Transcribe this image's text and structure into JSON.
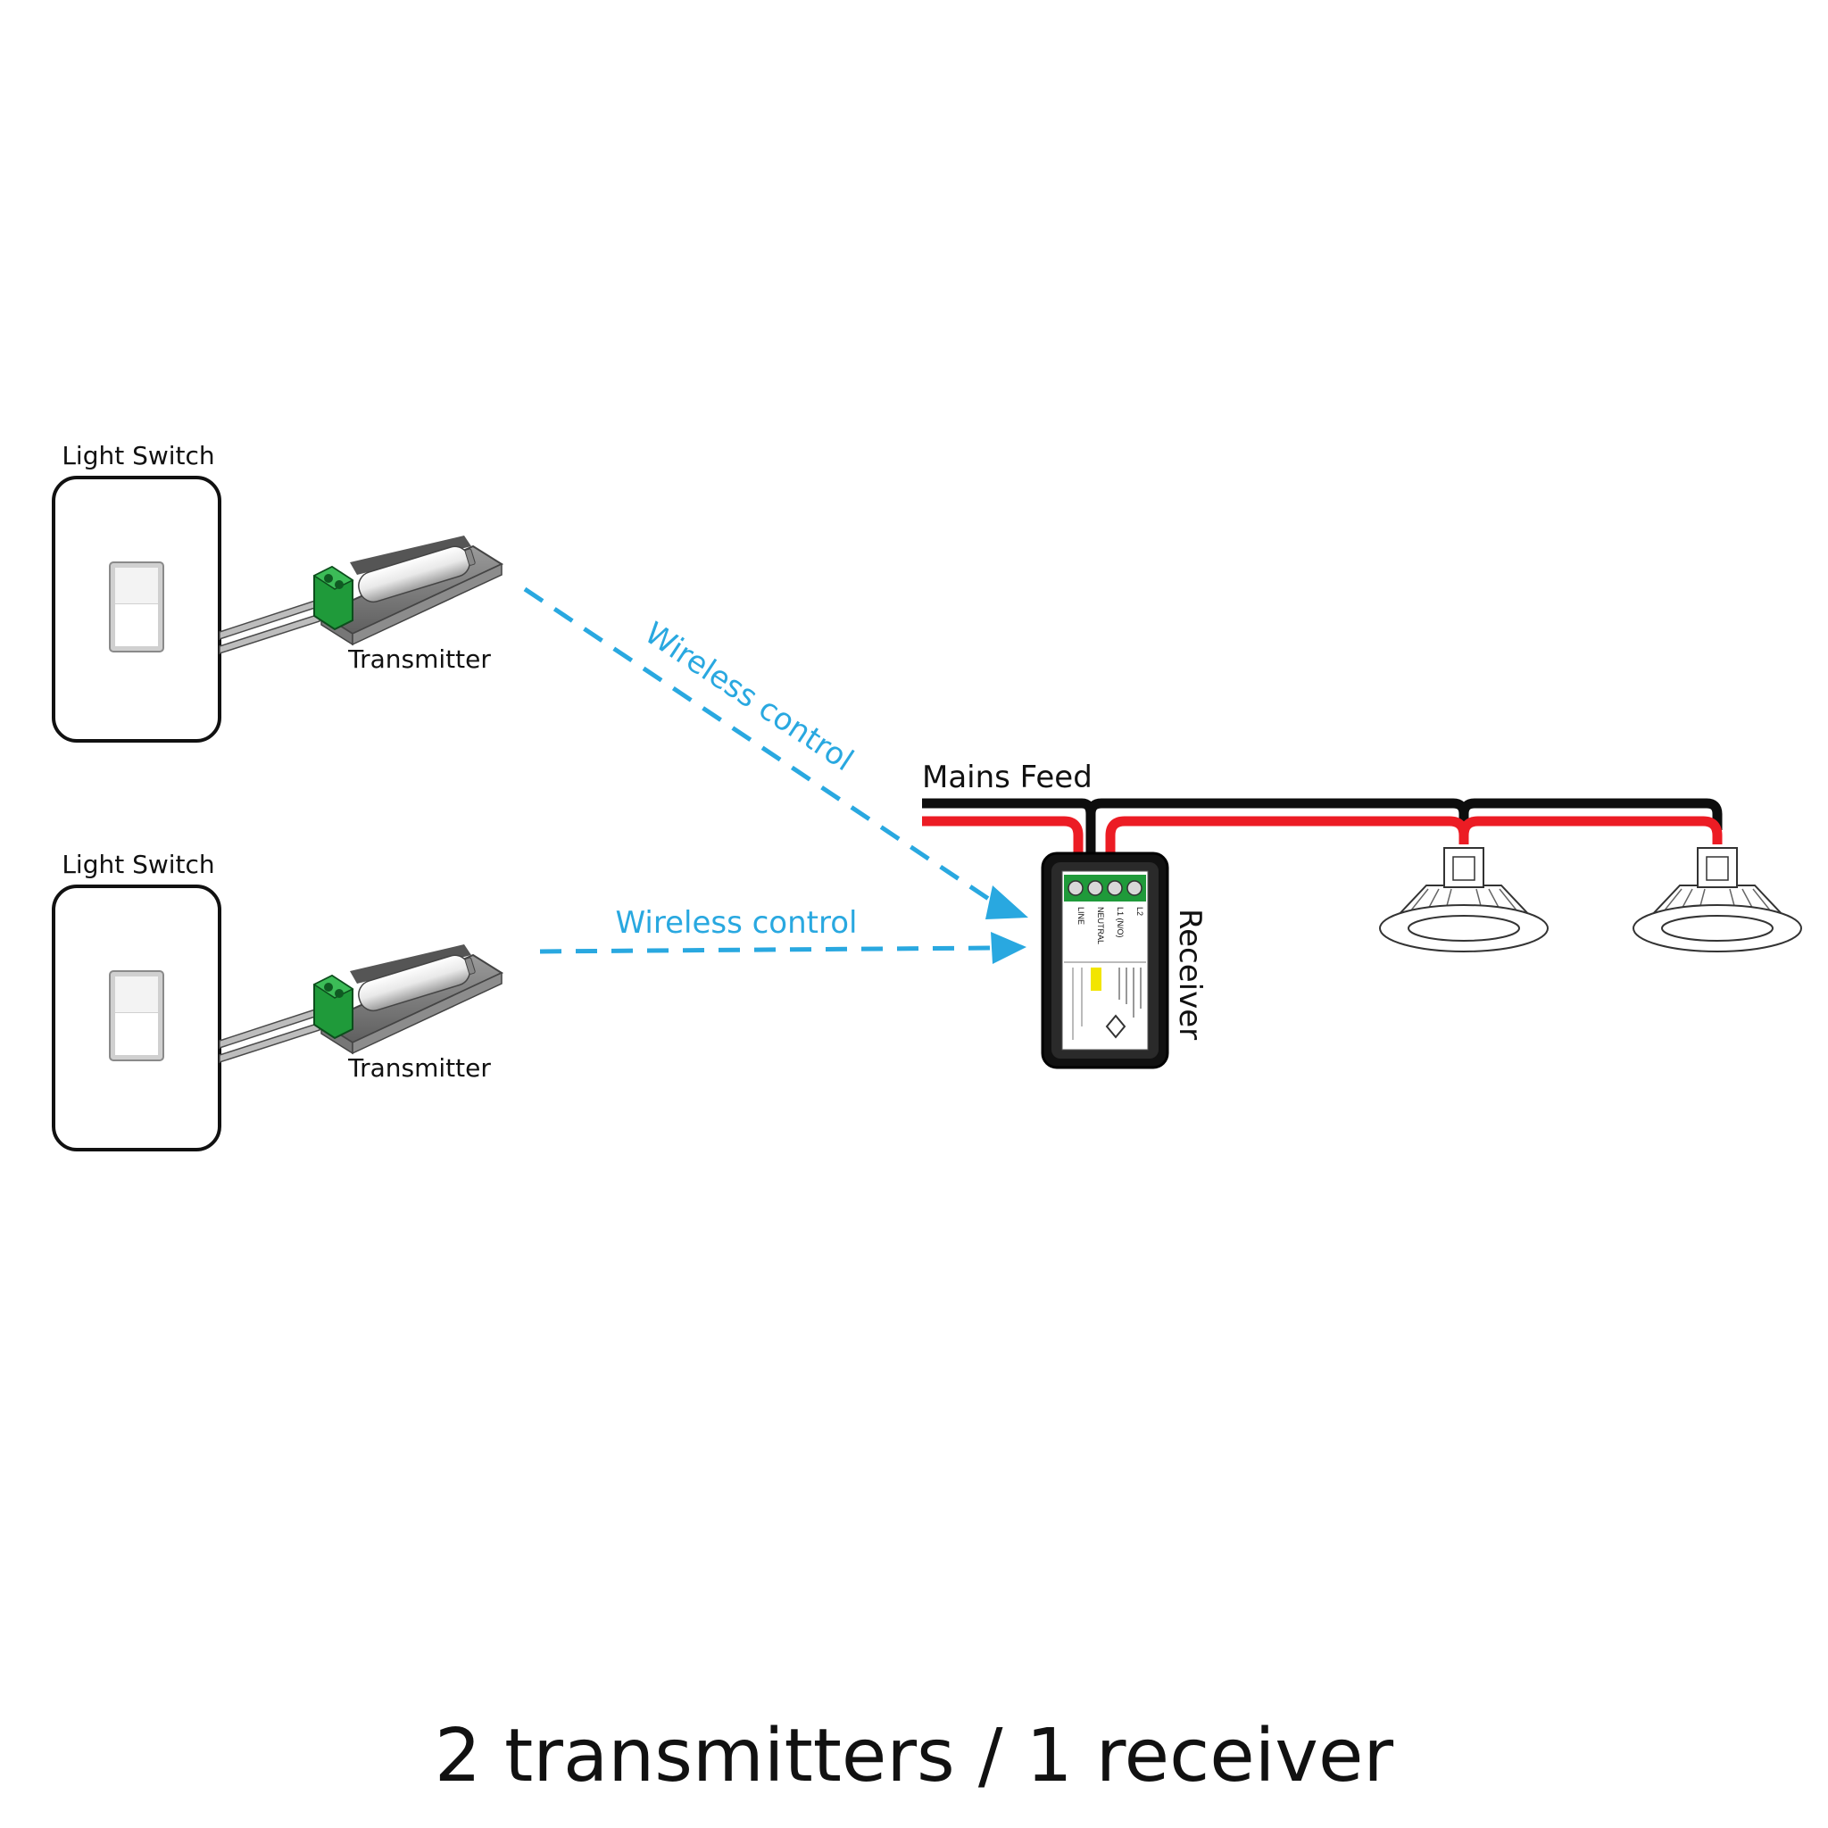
{
  "colors": {
    "wire_black": "#0d0d0d",
    "wire_red": "#ec1c24",
    "wireless": "#29a8e0",
    "terminal_green": "#1f9a3a",
    "label_yellow": "#f2e500"
  },
  "switches": [
    {
      "label": "Light Switch",
      "transmitter_label": "Transmitter"
    },
    {
      "label": "Light Switch",
      "transmitter_label": "Transmitter"
    }
  ],
  "wireless_links": [
    {
      "label": "Wireless control"
    },
    {
      "label": "Wireless control"
    }
  ],
  "mains_feed_label": "Mains Feed",
  "receiver": {
    "label": "Receiver",
    "terminals": [
      "L2",
      "L1 (N/O)",
      "NEUTRAL",
      "LINE"
    ]
  },
  "icons": {
    "switch": "light-switch-icon",
    "transmitter": "transmitter-module-icon",
    "receiver": "receiver-module-icon",
    "downlight": "downlight-icon"
  },
  "caption": "2 transmitters / 1 receiver"
}
